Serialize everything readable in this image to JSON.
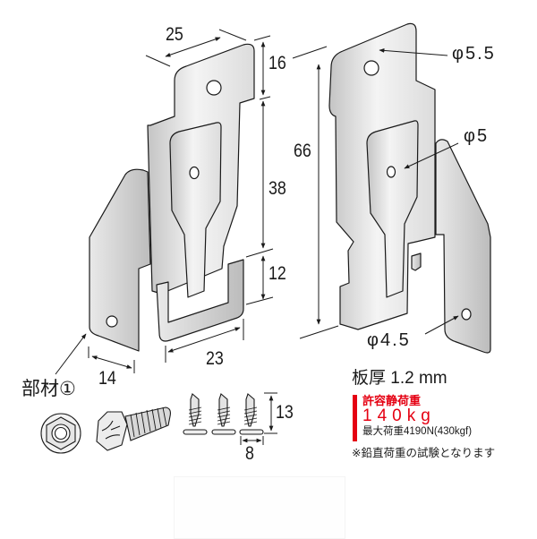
{
  "diagram": {
    "title": "Bracket hardware dimension drawing",
    "colors": {
      "metal_light": "#f2f2f2",
      "metal_dark": "#bdbdbd",
      "outline": "#1a1a1a",
      "accent_red": "#e50012"
    },
    "left_bracket": {
      "dimensions": {
        "top_width": "25",
        "top_tab_height": "16",
        "body_height": "38",
        "hook_height": "12",
        "hook_width": "23",
        "foot_width": "14"
      },
      "part_label": "部材①"
    },
    "right_bracket": {
      "dimensions": {
        "overall_height": "66"
      },
      "holes": {
        "top_hole": "φ5.5",
        "middle_hole": "φ5",
        "side_hole": "φ4.5"
      }
    },
    "screws": {
      "length": "13",
      "head_diameter": "8"
    },
    "specs": {
      "thickness": "板厚 1.2 mm",
      "allowable_load_label": "許容静荷重",
      "allowable_load_value": "140kg",
      "max_load": "最大荷重4190N(430kgf)",
      "note": "※鉛直荷重の試験となります"
    }
  }
}
